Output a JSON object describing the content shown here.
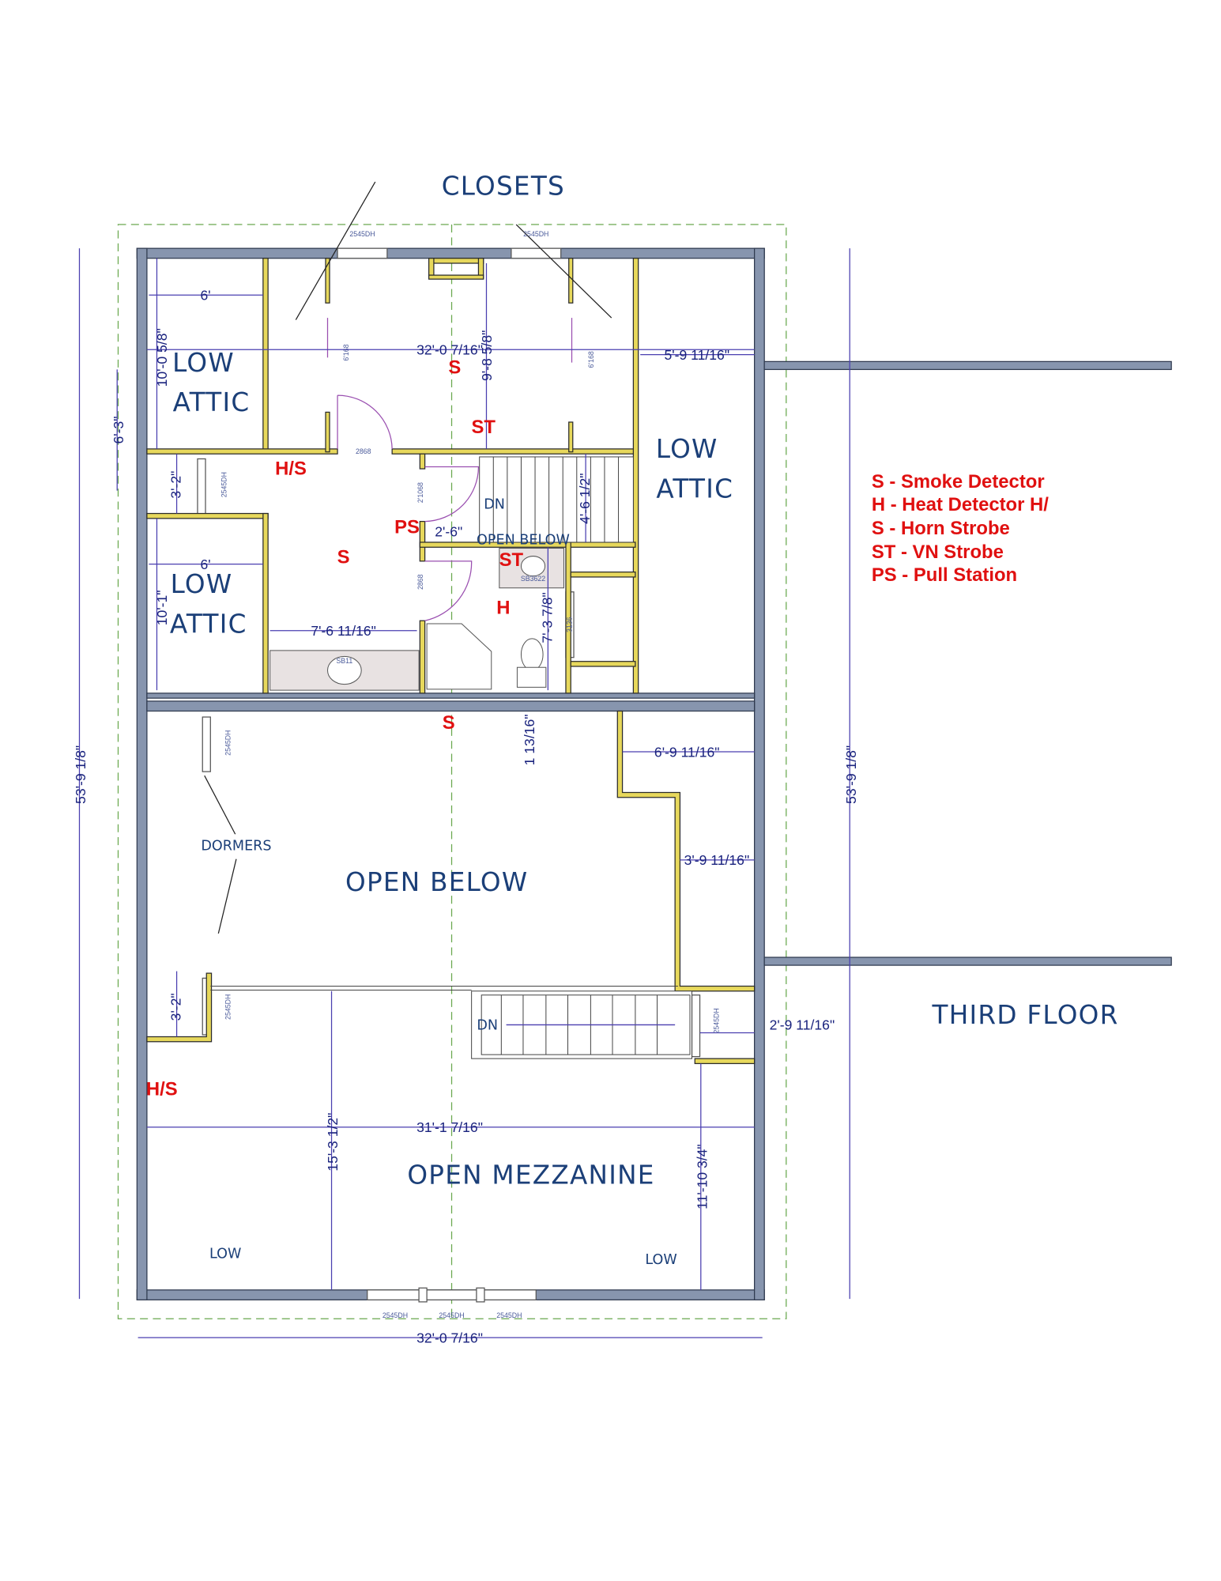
{
  "title": "THIRD FLOOR",
  "callouts": {
    "closets": "CLOSETS",
    "dormers": "DORMERS"
  },
  "rooms": {
    "low_attic_tl": [
      "LOW",
      "ATTIC"
    ],
    "low_attic_bl": [
      "LOW",
      "ATTIC"
    ],
    "low_attic_r": [
      "LOW",
      "ATTIC"
    ],
    "open_below": "OPEN BELOW",
    "open_below_small": "OPEN BELOW",
    "open_mezzanine": "OPEN MEZZANINE",
    "low_left": "LOW",
    "low_right": "LOW",
    "dn_upper": "DN",
    "dn_lower": "DN"
  },
  "dimensions": {
    "overall_width_top": "32'-0 7/16\"",
    "overall_width_bottom": "32'-0 7/16\"",
    "overall_depth_left": "53'-9 1/8\"",
    "overall_depth_right": "53'-9 1/8\"",
    "attic_tl_width": "6'",
    "attic_bl_width": "6'",
    "attic_tl_depth": "10'-0 5/8\"",
    "attic_bl_depth": "10'-1\"",
    "left_6_3": "6'-3\"",
    "left_3_2_upper": "3'-2\"",
    "left_3_2_lower": "3'-2\"",
    "closet_depth": "9'-8 5/8\"",
    "attic_r_width": "5'-9 11/16\"",
    "stair_depth": "4'-6 1/2\"",
    "hall_2_6": "2'-6\"",
    "vanity_width": "7'-6 11/16\"",
    "bath_depth": "7'-3 7/8\"",
    "gap_1_13_16": "1 13/16\"",
    "right_6_9": "6'-9 11/16\"",
    "right_3_9": "3'-9 11/16\"",
    "right_2_9": "2'-9 11/16\"",
    "mezz_width": "31'-1 7/16\"",
    "mezz_depth": "15'-3 1/2\"",
    "mezz_right_depth": "11'-10 3/4\""
  },
  "fixtures": {
    "window": "2545DH",
    "door_2868": "2868",
    "door_21068": "2'1068",
    "closet_door": "6'168",
    "sink_1": "SB11",
    "sink_2": "SB3622",
    "window_3136": "3136"
  },
  "markers": {
    "s1": "S",
    "st1": "ST",
    "hs1": "H/S",
    "ps": "PS",
    "s2": "S",
    "st2": "ST",
    "h": "H",
    "s3": "S",
    "hs2": "H/S"
  },
  "legend": [
    "S - Smoke Detector",
    "H - Heat Detector H/",
    "S - Horn Strobe",
    "ST - VN Strobe",
    "PS - Pull Station"
  ],
  "colors": {
    "marker": "#e01010",
    "wall_exterior": "#8795ae",
    "wall_interior": "#e7d85c",
    "text": "#1b3f78"
  }
}
